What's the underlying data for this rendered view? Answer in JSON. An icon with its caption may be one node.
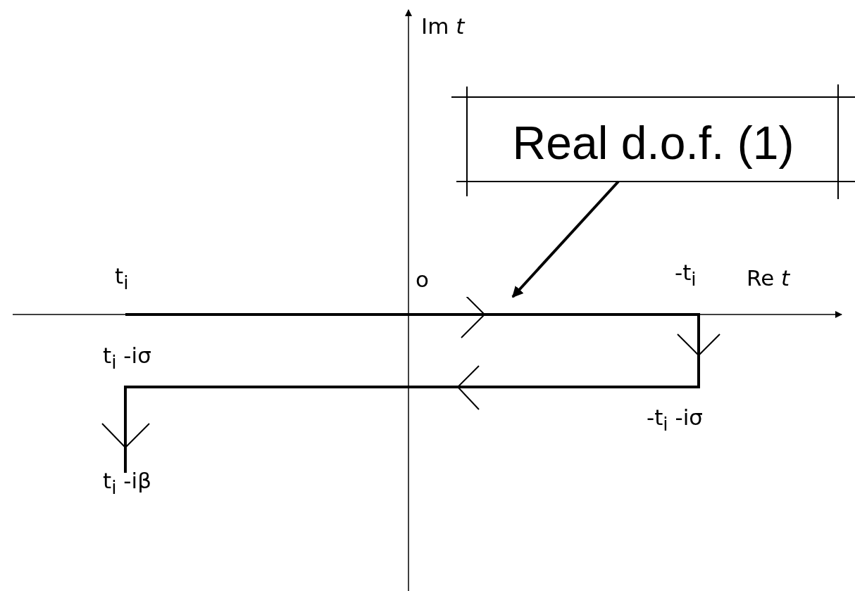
{
  "diagram": {
    "nodes": [
      {
        "text": [
          "Real d.o.f. (1)"
        ]
      },
      {
        "text": [],
        "shape": "line"
      }
    ],
    "edges": [
      {
        "from": 0,
        "to": 1,
        "arrow": "to"
      }
    ],
    "labels": [
      "Im *t*",
      "t$_{i}$",
      "o",
      "-t$_{i}$",
      "Re *t*",
      "t$_{i}$ -iσ",
      "-t$_{i}$ -iσ",
      "t$_{i}$ -iβ"
    ]
  }
}
